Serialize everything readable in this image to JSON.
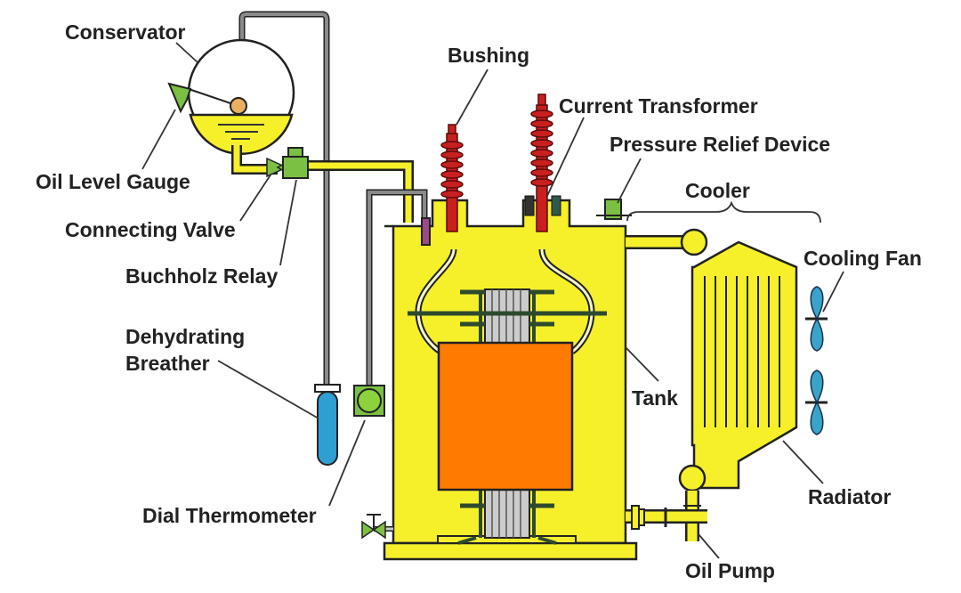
{
  "title": "Power Transformer Components",
  "labels": {
    "conservator": "Conservator",
    "oil_level_gauge": "Oil Level Gauge",
    "connecting_valve": "Connecting Valve",
    "buchholz_relay": "Buchholz Relay",
    "dehydrating_breather_1": "Dehydrating",
    "dehydrating_breather_2": "Breather",
    "dial_thermometer": "Dial Thermometer",
    "bushing": "Bushing",
    "current_transformer": "Current Transformer",
    "pressure_relief_device": "Pressure Relief Device",
    "cooler": "Cooler",
    "cooling_fan": "Cooling Fan",
    "tank": "Tank",
    "radiator": "Radiator",
    "oil_pump": "Oil Pump"
  },
  "colors": {
    "oil": "#f5f02a",
    "core": "#ff7a00",
    "bushing": "#c8201e",
    "green": "#7bc043",
    "breather": "#2e9fd0",
    "pipe": "#888888",
    "fan": "#3aa3c8"
  }
}
